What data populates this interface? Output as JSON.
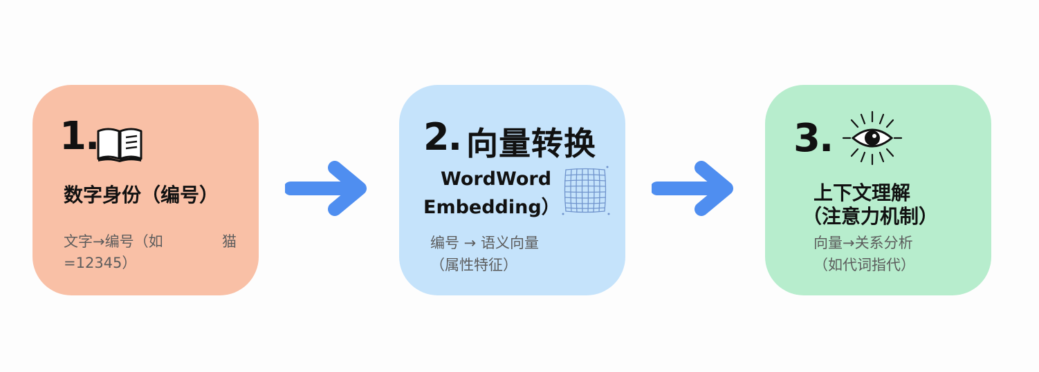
{
  "steps": [
    {
      "number": "1.",
      "icon": "open-book-icon",
      "title": "数字身份（编号）",
      "desc_line1_left": "文字→编号（如",
      "desc_line1_right": "猫",
      "desc_line2": "=12345）",
      "color": "#f9c0a6"
    },
    {
      "number": "2.",
      "heading": "向量转换",
      "title_line1": "WordWord",
      "title_line2": "Embedding）",
      "icon": "grid-icon",
      "desc_line1": "编号 → 语义向量",
      "desc_line2": "（属性特征）",
      "color": "#c5e3fb"
    },
    {
      "number": "3.",
      "icon": "eye-icon",
      "title_line1": "上下文理解",
      "title_line2": "（注意力机制）",
      "desc_line1": "向量→关系分析",
      "desc_line2": "（如代词指代）",
      "color": "#b7edcd"
    }
  ],
  "arrow_color": "#4f8ef0"
}
